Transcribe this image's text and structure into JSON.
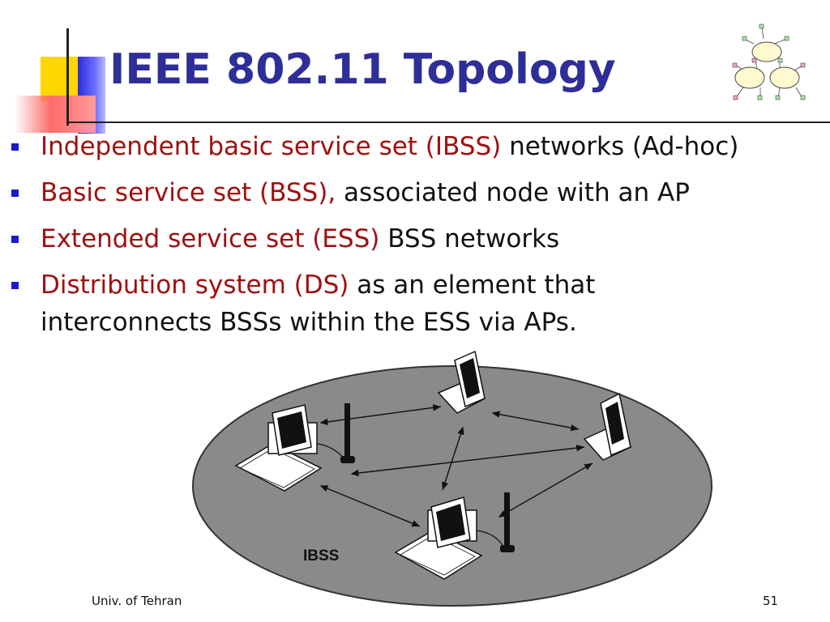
{
  "slide": {
    "title": "IEEE 802.11 Topology",
    "bullets": [
      {
        "highlight": "Independent basic service set (IBSS)",
        "rest": " networks (Ad-hoc)"
      },
      {
        "highlight": "Basic service set (BSS),",
        "rest": " associated node with an AP"
      },
      {
        "highlight": "Extended service set (ESS)",
        "rest": " BSS networks"
      },
      {
        "highlight": "Distribution system (DS)",
        "rest": " as an element that",
        "line2": "interconnects BSSs within the ESS via APs."
      }
    ],
    "diagram_label": "IBSS",
    "footer": "Univ. of Tehran",
    "page_number": "51"
  },
  "colors": {
    "title": "#2e2e99",
    "highlight": "#a01010",
    "bullet_mark": "#1a1acc",
    "ellipse": "#8a8a8a"
  },
  "icons": [
    "network-cloud-logo-icon",
    "desktop-computer-icon",
    "laptop-icon",
    "antenna-icon"
  ]
}
